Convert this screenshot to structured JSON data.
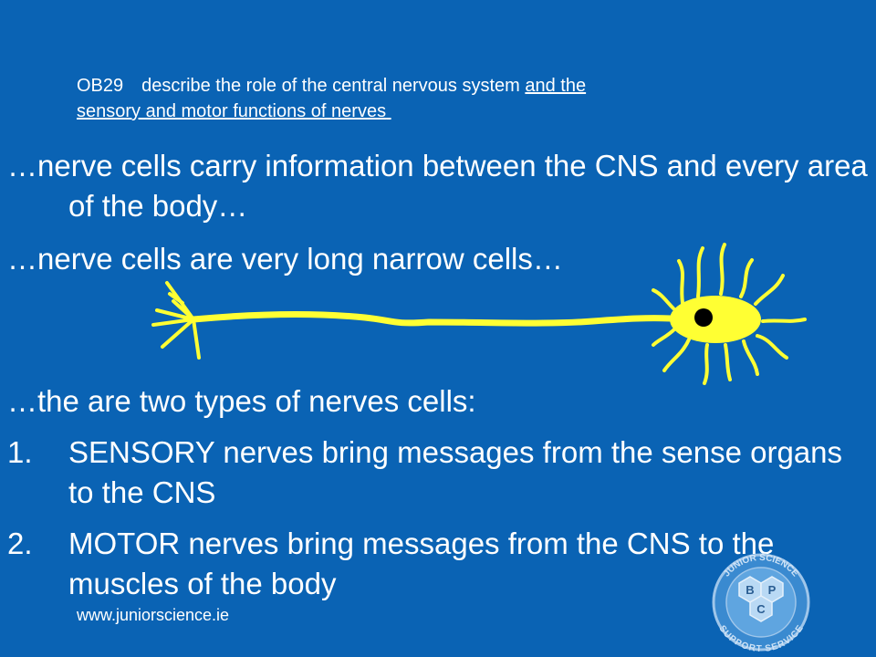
{
  "objective": {
    "code": "OB29",
    "text_plain": "describe the role of the central nervous system",
    "text_underlined_1": "and the",
    "text_underlined_2": "sensory and motor functions of nerves"
  },
  "lines": {
    "l1": "…nerve cells carry information between the CNS and every area of the body…",
    "l2": "…nerve cells are very long narrow cells…",
    "l3": "…the are two types of nerves cells:"
  },
  "list": [
    {
      "num": "1.",
      "text": "SENSORY nerves bring messages from the sense organs to the CNS"
    },
    {
      "num": "2.",
      "text": "MOTOR nerves bring messages from the CNS to the muscles of the body"
    }
  ],
  "logo": {
    "top_text": "JUNIOR SCIENCE",
    "bottom_text": "SUPPORT SERVICE",
    "letters": [
      "B",
      "P",
      "C"
    ]
  },
  "website": "www.juniorscience.ie",
  "colors": {
    "background": "#0a63b4",
    "neuron": "#ffff33",
    "text": "#ffffff"
  }
}
